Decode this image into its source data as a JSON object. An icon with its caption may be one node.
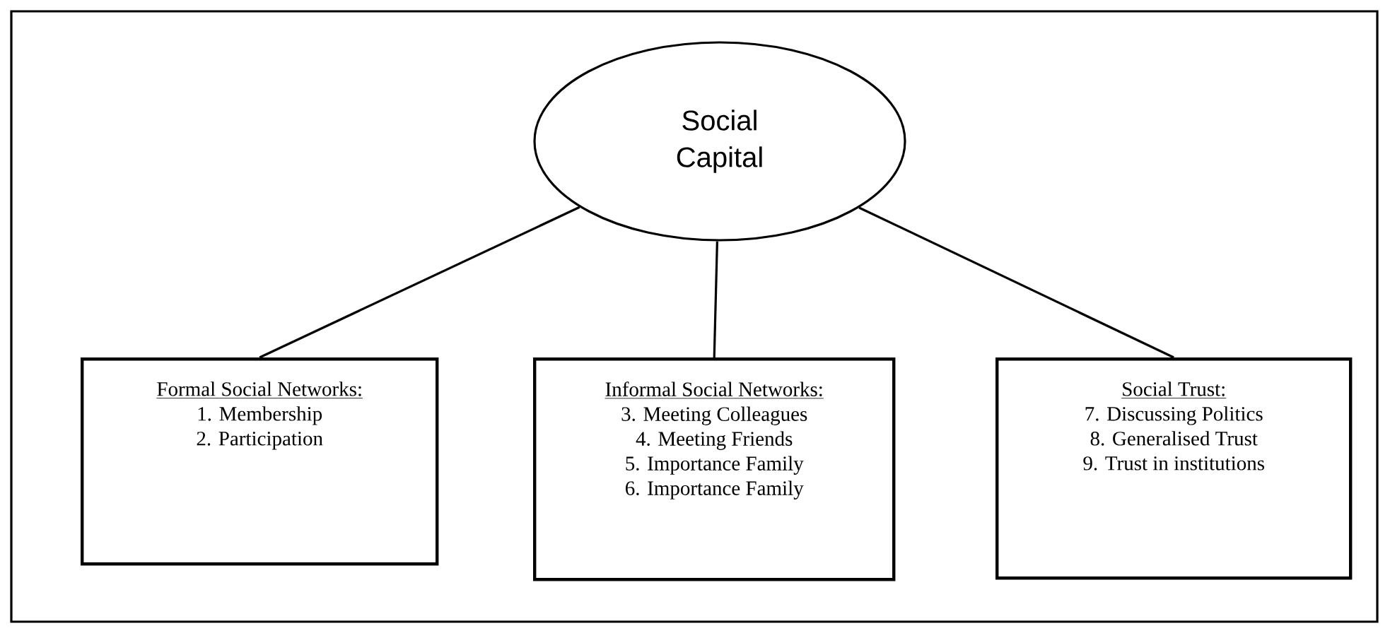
{
  "diagram": {
    "nodes": [
      {
        "text": [
          "Social Capital"
        ]
      },
      {
        "text": [
          "Formal Social Networks:",
          "1.   Membership",
          "2.   Participation"
        ]
      },
      {
        "text": [
          "Informal Social Networks:",
          "3. Meeting Colleagues",
          "4. Meeting Friends",
          "5. Importance Family",
          "6. Importance Family"
        ]
      },
      {
        "text": [
          "Social Trust:",
          "7. Discussing Politics",
          "8. Generalised Trust",
          "9. Trust in institutions"
        ]
      }
    ],
    "edges": [
      {
        "from": 0,
        "to": 1,
        "arrow": "none"
      },
      {
        "from": 0,
        "to": 2,
        "arrow": "none"
      },
      {
        "from": 0,
        "to": 3,
        "arrow": "none"
      }
    ]
  }
}
